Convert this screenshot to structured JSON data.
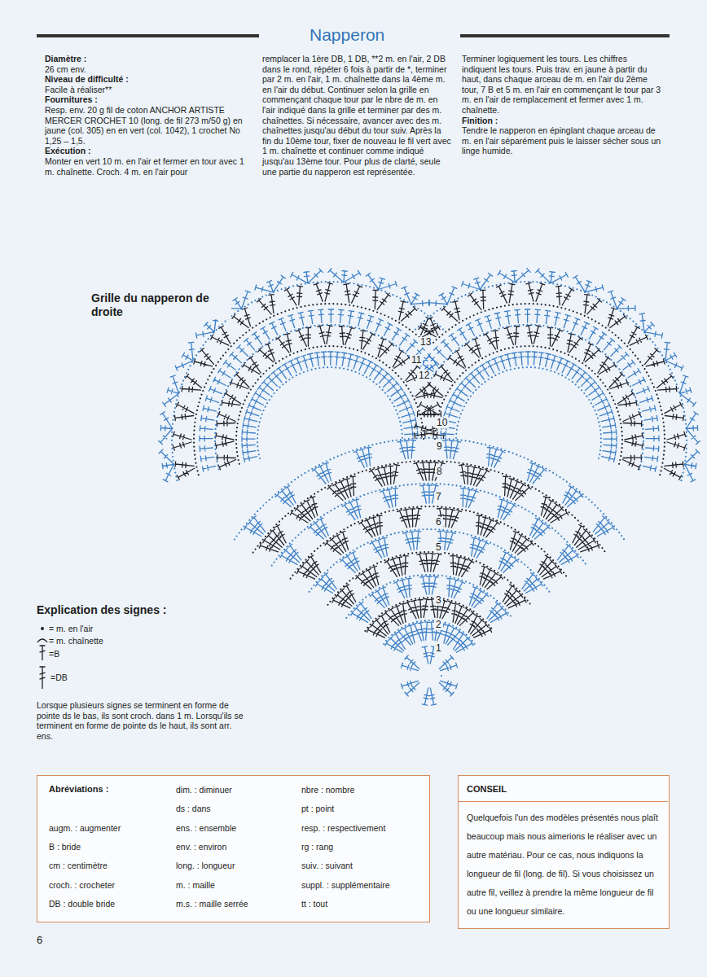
{
  "diagram": {
    "title": "Napperon",
    "nodes": [
      {
        "text": [
          "Abréviations :",
          "augm. : augmenter",
          "B : bride",
          "cm : centimètre",
          "croch. : crocheter",
          "DB : double bride",
          "dim. : diminuer",
          "ds : dans",
          "ens. : ensemble",
          "env. : environ",
          "long. : longueur",
          "m. : maille",
          "m.s. : maille serrée",
          "nbre : nombre",
          "pt : point",
          "resp. : respectivement",
          "rg : rang",
          "suiv. : suivant",
          "suppl. : supplémentaire",
          "tt : tout"
        ]
      },
      {
        "text": [
          "CONSEIL",
          "Quelquefois l'un des modèles présentés nous plaît beaucoup mais nous aimerions le réaliser avec un autre matériau. Pour ce cas, nous indiquons la longueur de fil (long. de fil). Si vous choisissez un autre fil, veillez à prendre la même longueur de fil ou une longueur similaire."
        ]
      }
    ],
    "labels": [
      "Diamètre :",
      "26 cm env.",
      "Niveau de difficulté :",
      "Facile à réaliser**",
      "Fournitures :",
      "Resp. env. 20 g fil de coton ANCHOR ARTISTE MERCER CROCHET 10 (long. de fil 273 m/50 g) en jaune (col. 305) en en vert (col. 1042), 1 crochet No 1,25 – 1,5.",
      "Exécution :",
      "Monter en vert 10 m. en l'air et fermer en tour avec 1 m. chaînette. Croch. 4 m. en l'air pour",
      "remplacer la 1ère DB, 1 DB, **2 m. en l'air, 2 DB dans le rond, répéter 6 fois à partir de *, terminer par 2 m. en l'air, 1 m. chaînette dans la 4ème m. en l'air du début. Continuer selon la grille en commençant chaque tour par le nbre de m. en l'air indiqué dans la grille et terminer par des m. chaînettes. Si nécessaire, avancer avec des m. chaînettes jusqu'au début du tour suiv. Après la fin du 10ème tour, fixer de nouveau le fil vert avec 1 m. chaînette et continuer comme indiqué jusqu'au 13ème tour. Pour plus de clarté, seule une partie du napperon est représentée.",
      "Terminer logiquement les tours. Les chiffres indiquent les tours. Puis trav. en jaune à partir du haut, dans chaque arceau de m. en l'air du 2ème tour, 7 B et 5 m. en l'air en commençant le tour par 3 m. en l'air de remplacement et fermer avec 1 m. chaînette.",
      "Finition :",
      "Tendre le napperon en épinglant chaque arceau de m. en l'air séparément puis le laisser sécher sous un linge humide.",
      "Grille du napperon de droite",
      "1",
      "2",
      "3",
      "5",
      "6",
      "7",
      "8",
      "9",
      "10",
      "11",
      "12",
      "13",
      "Explication des signes :",
      "Lorsque plusieurs signes se terminent en forme de pointe ds le bas, ils sont croch. dans 1 m. Lorsqu'ils se terminent en forme de pointe ds le haut, ils sont arr. ens.",
      "6"
    ],
    "legend": [
      {
        "text": "= m. en l'air"
      },
      {
        "text": "= m. chaînette"
      },
      {
        "text": "=B"
      },
      {
        "text": "=DB"
      }
    ]
  }
}
